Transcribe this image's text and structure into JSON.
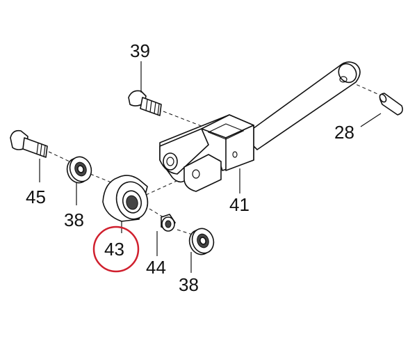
{
  "diagram": {
    "labels": {
      "p39": "39",
      "p28": "28",
      "p45": "45",
      "p38a": "38",
      "p41": "41",
      "p43": "43",
      "p44": "44",
      "p38b": "38"
    },
    "highlight": {
      "part": "43",
      "color": "#d0202e"
    }
  }
}
